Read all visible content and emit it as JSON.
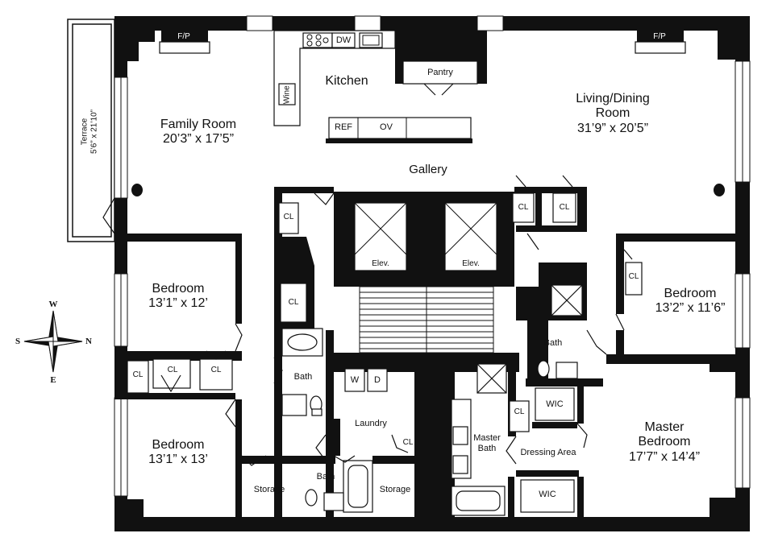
{
  "rooms": {
    "family_room": {
      "name": "Family Room",
      "dims": "20’3” x 17’5”"
    },
    "kitchen": {
      "name": "Kitchen"
    },
    "living_dining": {
      "name_line1": "Living/Dining",
      "name_line2": "Room",
      "dims": "31’9” x 20’5”"
    },
    "terrace": {
      "name": "Terrace",
      "dims": "5’6” x 21’10”"
    },
    "gallery": {
      "name": "Gallery"
    },
    "bedroom_1": {
      "name": "Bedroom",
      "dims": "13’1” x 12’"
    },
    "bedroom_2": {
      "name": "Bedroom",
      "dims": "13’1” x 13’"
    },
    "bedroom_3": {
      "name": "Bedroom",
      "dims": "13’2” x 11’6”"
    },
    "master_bedroom": {
      "name_line1": "Master",
      "name_line2": "Bedroom",
      "dims": "17’7” x 14’4”"
    },
    "master_bath": {
      "name_line1": "Master",
      "name_line2": "Bath"
    },
    "dressing_area": {
      "name": "Dressing Area"
    },
    "laundry": {
      "name": "Laundry"
    }
  },
  "fixtures": {
    "fireplace": "F/P",
    "dishwasher": "DW",
    "wine": "Wine",
    "pantry": "Pantry",
    "refrigerator": "REF",
    "oven": "OV",
    "elevator": "Elev.",
    "closet": "CL",
    "bath": "Bath",
    "storage": "Storage",
    "washer": "W",
    "dryer": "D",
    "walk_in_closet": "WIC"
  },
  "compass": {
    "north": "N",
    "south": "S",
    "east": "E",
    "west": "W"
  }
}
